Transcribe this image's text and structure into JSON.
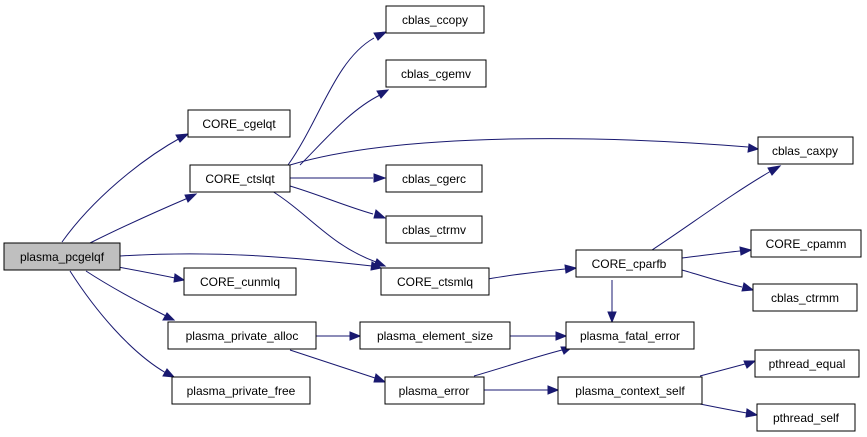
{
  "colors": {
    "edge": "#191970",
    "root_fill": "#bfbfbf",
    "node_fill": "#ffffff"
  },
  "nodes": {
    "plasma_pcgelqf": "plasma_pcgelqf",
    "CORE_cgelqt": "CORE_cgelqt",
    "CORE_ctslqt": "CORE_ctslqt",
    "CORE_cunmlq": "CORE_cunmlq",
    "plasma_private_alloc": "plasma_private_alloc",
    "plasma_private_free": "plasma_private_free",
    "cblas_ccopy": "cblas_ccopy",
    "cblas_cgemv": "cblas_cgemv",
    "cblas_cgerc": "cblas_cgerc",
    "cblas_ctrmv": "cblas_ctrmv",
    "CORE_ctsmlq": "CORE_ctsmlq",
    "plasma_element_size": "plasma_element_size",
    "plasma_error": "plasma_error",
    "CORE_cparfb": "CORE_cparfb",
    "plasma_fatal_error": "plasma_fatal_error",
    "plasma_context_self": "plasma_context_self",
    "cblas_caxpy": "cblas_caxpy",
    "CORE_cpamm": "CORE_cpamm",
    "cblas_ctrmm": "cblas_ctrmm",
    "pthread_equal": "pthread_equal",
    "pthread_self": "pthread_self"
  },
  "edges": [
    [
      "plasma_pcgelqf",
      "CORE_cgelqt"
    ],
    [
      "plasma_pcgelqf",
      "CORE_ctslqt"
    ],
    [
      "plasma_pcgelqf",
      "CORE_ctsmlq"
    ],
    [
      "plasma_pcgelqf",
      "CORE_cunmlq"
    ],
    [
      "plasma_pcgelqf",
      "plasma_private_alloc"
    ],
    [
      "plasma_pcgelqf",
      "plasma_private_free"
    ],
    [
      "CORE_ctslqt",
      "cblas_ccopy"
    ],
    [
      "CORE_ctslqt",
      "cblas_cgemv"
    ],
    [
      "CORE_ctslqt",
      "cblas_caxpy"
    ],
    [
      "CORE_ctslqt",
      "cblas_cgerc"
    ],
    [
      "CORE_ctslqt",
      "cblas_ctrmv"
    ],
    [
      "CORE_ctslqt",
      "CORE_ctsmlq"
    ],
    [
      "CORE_ctsmlq",
      "CORE_cparfb"
    ],
    [
      "CORE_cparfb",
      "cblas_caxpy"
    ],
    [
      "CORE_cparfb",
      "CORE_cpamm"
    ],
    [
      "CORE_cparfb",
      "cblas_ctrmm"
    ],
    [
      "CORE_cparfb",
      "plasma_fatal_error"
    ],
    [
      "plasma_private_alloc",
      "plasma_element_size"
    ],
    [
      "plasma_private_alloc",
      "plasma_error"
    ],
    [
      "plasma_element_size",
      "plasma_fatal_error"
    ],
    [
      "plasma_error",
      "plasma_fatal_error"
    ],
    [
      "plasma_error",
      "plasma_context_self"
    ],
    [
      "plasma_context_self",
      "pthread_equal"
    ],
    [
      "plasma_context_self",
      "pthread_self"
    ]
  ]
}
